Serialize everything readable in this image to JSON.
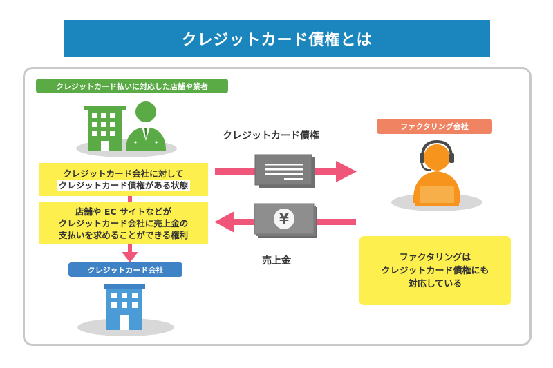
{
  "title": "クレジットカード債権とは",
  "merchant_tag": "クレジットカード払いに対応した店舗や業者",
  "merchant_box": {
    "line1": "クレジットカード会社に対して",
    "line2": "クレジットカード債権がある状態"
  },
  "rights_box": {
    "line1": "店舗や EC サイトなどが",
    "line2": "クレジットカード会社に売上金の",
    "line3": "支払いを求めることができる権利"
  },
  "card_company_tag": "クレジットカード会社",
  "receivable_label": "クレジットカード債権",
  "sales_label": "売上金",
  "yen_symbol": "¥",
  "factoring_tag": "ファクタリング会社",
  "factoring_box": {
    "line1": "ファクタリングは",
    "line2": "クレジットカード債権にも",
    "line3": "対応している"
  },
  "colors": {
    "banner": "#1a86bd",
    "green": "#5aaa46",
    "blue": "#3f82c5",
    "orange": "#f08462",
    "yellow": "#fdf04e",
    "arrow_pink": "#f0557a",
    "gray": "#c9c9c9"
  }
}
